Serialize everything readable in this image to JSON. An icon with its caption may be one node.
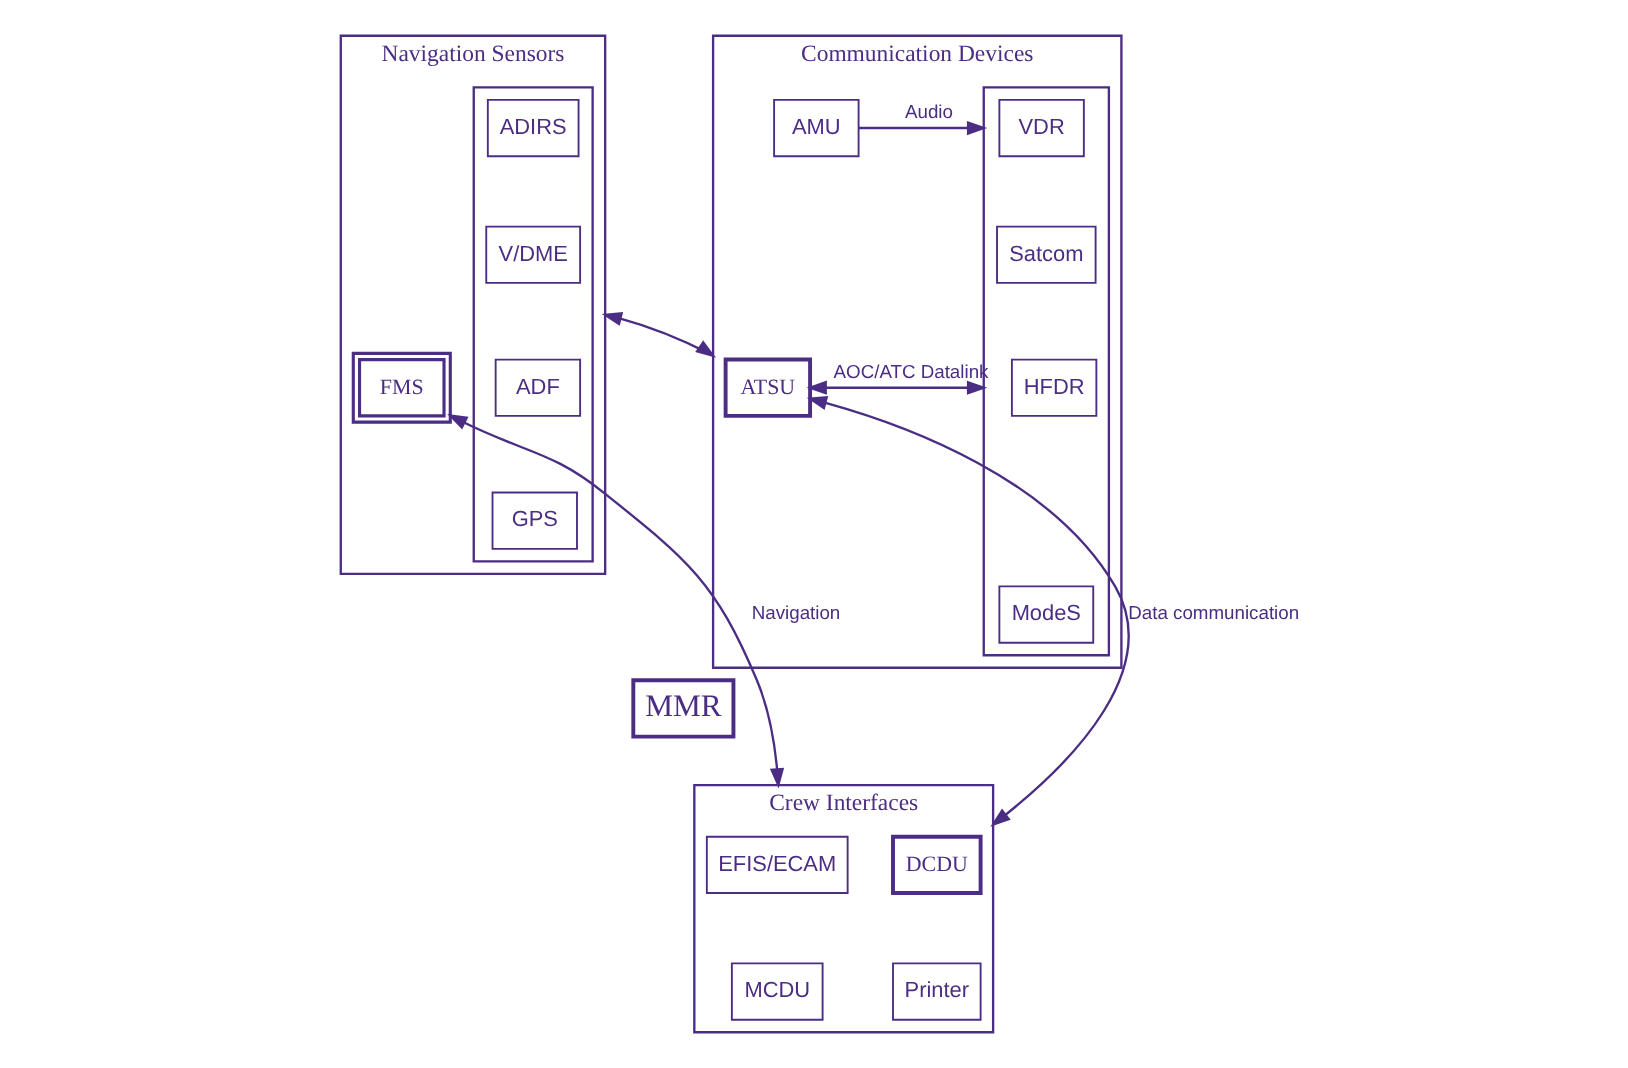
{
  "diagram": {
    "nodes": [
      {
        "text": [
          "Navigation Sensors"
        ]
      },
      {
        "text": [],
        "shape": "box",
        "in": 0
      },
      {
        "text": [
          "ADIRS"
        ],
        "in": 1
      },
      {
        "text": [
          "V/DME"
        ],
        "in": 1
      },
      {
        "text": [
          "ADF"
        ],
        "in": 1
      },
      {
        "text": [
          "GPS"
        ],
        "in": 1
      },
      {
        "text": [
          "FMS"
        ],
        "in": 0
      },
      {
        "text": [
          "MMR"
        ]
      },
      {
        "text": [
          "Communication Devices"
        ]
      },
      {
        "text": [
          "AMU"
        ],
        "in": 8
      },
      {
        "text": [
          "ATSU"
        ],
        "in": 8
      },
      {
        "text": [],
        "shape": "box",
        "in": 8
      },
      {
        "text": [
          "VDR"
        ],
        "in": 11
      },
      {
        "text": [
          "Satcom"
        ],
        "in": 11
      },
      {
        "text": [
          "HFDR"
        ],
        "in": 11
      },
      {
        "text": [
          "ModeS"
        ],
        "in": 11
      },
      {
        "text": [
          "Crew Interfaces"
        ]
      },
      {
        "text": [
          "EFIS/ECAM"
        ],
        "in": 16
      },
      {
        "text": [
          "DCDU"
        ],
        "in": 16
      },
      {
        "text": [
          "MCDU"
        ],
        "in": 16
      },
      {
        "text": [
          "Printer"
        ],
        "in": 16
      }
    ],
    "edges": [
      {
        "from": 0,
        "to": 8,
        "arrow": "both"
      },
      {
        "from": 9,
        "to": 11,
        "arrow": "to",
        "label": "Audio"
      },
      {
        "from": 10,
        "to": 11,
        "arrow": "both",
        "label": "AOC/ATC Datalink"
      },
      {
        "from": 6,
        "to": 16,
        "arrow": "both",
        "label": "Navigation"
      },
      {
        "from": 10,
        "to": 16,
        "arrow": "both",
        "label": "Data communication"
      }
    ]
  }
}
